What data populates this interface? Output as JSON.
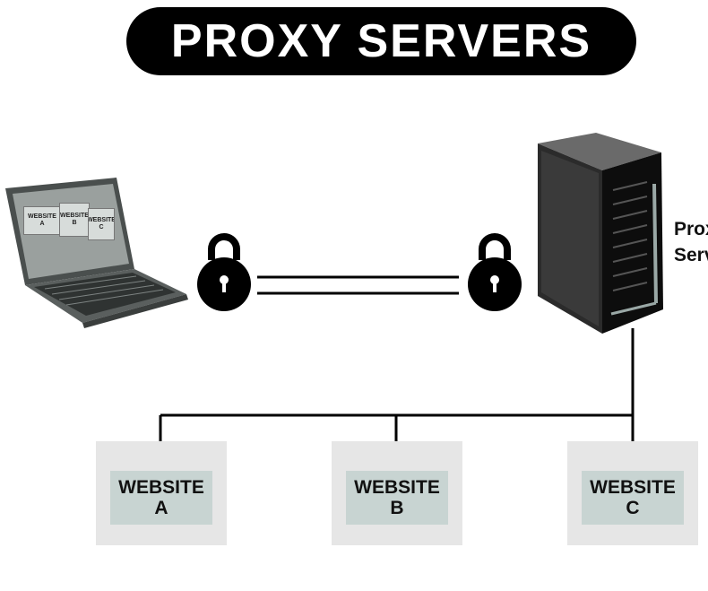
{
  "title": "PROXY SERVERS",
  "server_label_line1": "Proxy",
  "server_label_line2": "Server",
  "laptop_screen": [
    {
      "line1": "WEBSITE",
      "line2": "A"
    },
    {
      "line1": "WEBSITE",
      "line2": "B"
    },
    {
      "line1": "WEBSITE",
      "line2": "C"
    }
  ],
  "websites": [
    {
      "line1": "WEBSITE",
      "line2": "A"
    },
    {
      "line1": "WEBSITE",
      "line2": "B"
    },
    {
      "line1": "WEBSITE",
      "line2": "C"
    }
  ],
  "colors": {
    "title_background": "#000000",
    "title_text": "#ffffff",
    "website_box": "#e6e6e6",
    "website_label_bg": "#c8d4d2"
  }
}
